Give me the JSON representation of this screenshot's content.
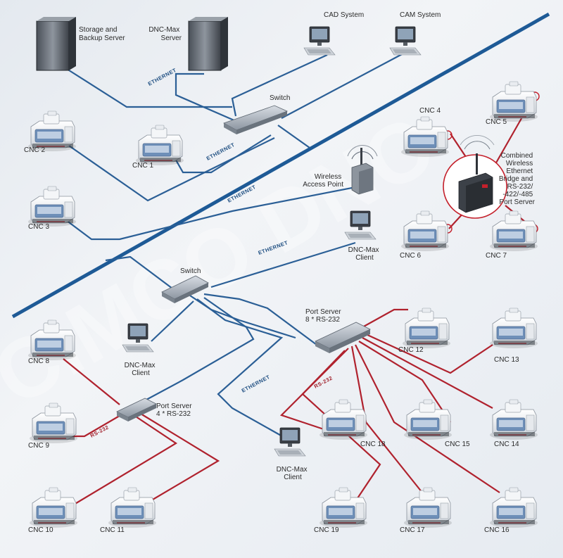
{
  "servers": {
    "storage": "Storage and\nBackup Server",
    "dnc": "DNC-Max\nServer"
  },
  "workstations": {
    "cad": "CAD System",
    "cam": "CAM System",
    "client1": "DNC-Max\nClient",
    "client2": "DNC-Max\nClient",
    "client3": "DNC-Max\nClient"
  },
  "switches": {
    "top": "Switch",
    "mid": "Switch"
  },
  "wireless_ap": "Wireless\nAccess Point",
  "wireless_bridge": "Combined\nWireless\nEthernet\nBridge and\nRS-232/\n-422/-485\nPort Server",
  "port_servers": {
    "ps8": "Port Server\n8 * RS-232",
    "ps4": "Port Server\n4 * RS-232"
  },
  "cable_labels": {
    "ethernet": "ETHERNET",
    "rs232": "RS-232"
  },
  "cnc": {
    "c1": "CNC 1",
    "c2": "CNC 2",
    "c3": "CNC 3",
    "c4": "CNC 4",
    "c5": "CNC 5",
    "c6": "CNC 6",
    "c7": "CNC 7",
    "c8": "CNC 8",
    "c9": "CNC 9",
    "c10": "CNC 10",
    "c11": "CNC 11",
    "c12": "CNC 12",
    "c13": "CNC 13",
    "c14": "CNC 14",
    "c15": "CNC 15",
    "c16": "CNC 16",
    "c17": "CNC 17",
    "c18": "CNC 18",
    "c19": "CNC 19"
  },
  "colors": {
    "ethernet": "#2b5f96",
    "rs232": "#b0222e",
    "wireless_ring": "#c4202b"
  }
}
